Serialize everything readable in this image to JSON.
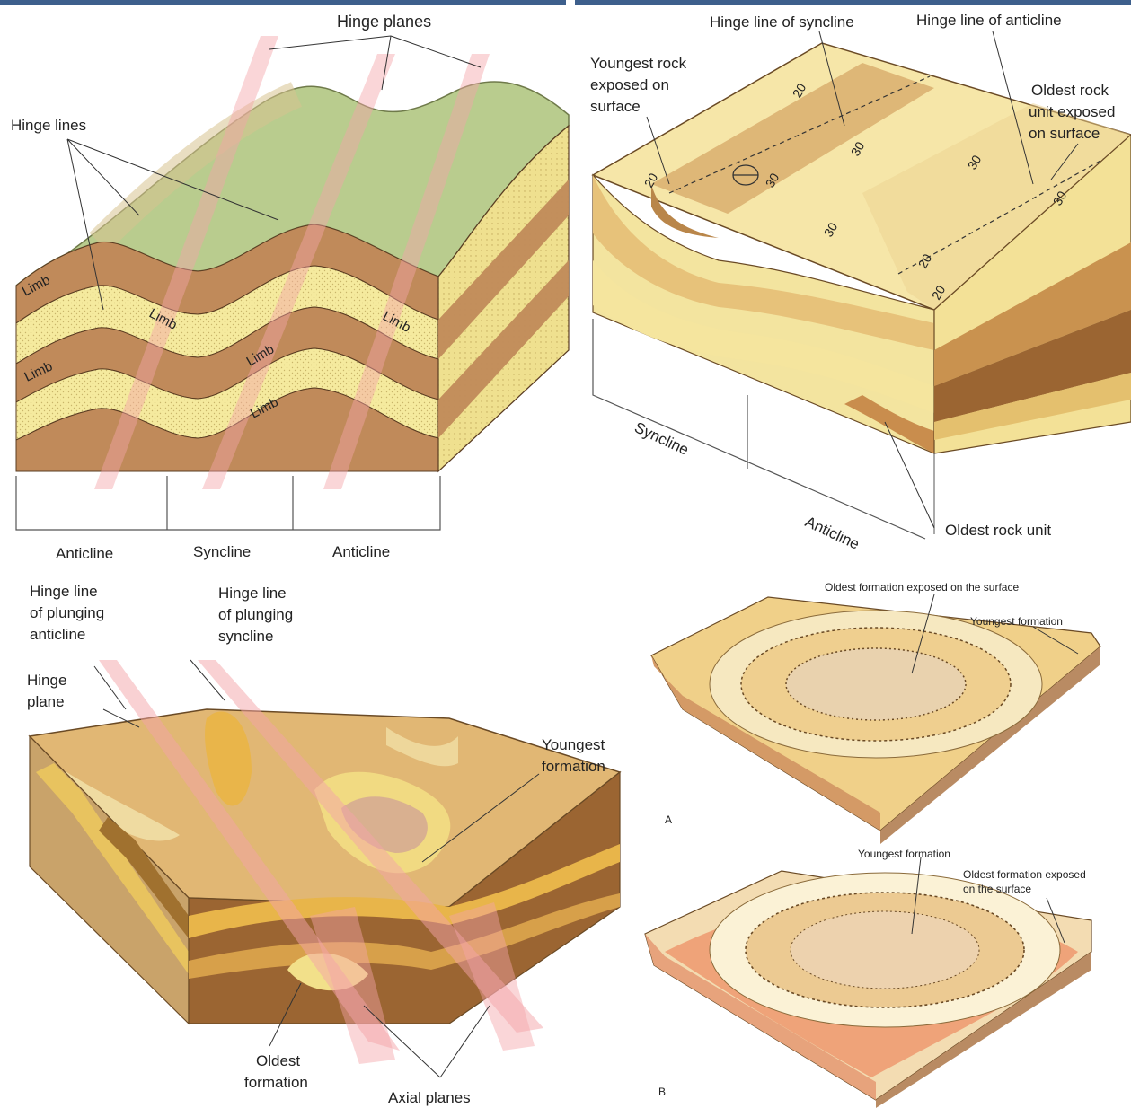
{
  "panels": {
    "folds": {
      "hinge_planes": "Hinge planes",
      "hinge_lines": "Hinge lines",
      "limb": "Limb",
      "fold_types": [
        "Anticline",
        "Syncline",
        "Anticline"
      ]
    },
    "map_block": {
      "hinge_line_syncline": "Hinge line of syncline",
      "hinge_line_anticline": "Hinge line of anticline",
      "youngest_rock": [
        "Youngest rock",
        "exposed on",
        "surface"
      ],
      "oldest_rock_exposed": [
        "Oldest rock",
        "unit exposed",
        "on surface"
      ],
      "syncline": "Syncline",
      "anticline": "Anticline",
      "oldest_rock_unit": "Oldest rock unit",
      "dip_values": [
        "20",
        "20",
        "30",
        "30",
        "30",
        "30",
        "20",
        "20",
        "30"
      ]
    },
    "plunging": {
      "hinge_line_plunging_anticline": [
        "Hinge line",
        "of plunging",
        "anticline"
      ],
      "hinge_line_plunging_syncline": [
        "Hinge line",
        "of plunging",
        "syncline"
      ],
      "hinge_plane": [
        "Hinge",
        "plane"
      ],
      "youngest_formation": [
        "Youngest",
        "formation"
      ],
      "oldest_formation": [
        "Oldest",
        "formation"
      ],
      "axial_planes": "Axial planes"
    },
    "dome": {
      "oldest_exposed": "Oldest formation exposed on the surface",
      "youngest": "Youngest formation",
      "letter": "A"
    },
    "basin": {
      "youngest": "Youngest formation",
      "oldest_exposed": [
        "Oldest formation exposed",
        "on the surface"
      ],
      "letter": "B"
    }
  },
  "colors": {
    "green_surface": "#b9cc8e",
    "brown_layer": "#c08a5a",
    "yellow_layer": "#f3e7a0",
    "tan": "#e1b774",
    "dark_brown": "#8a5a2b",
    "hinge_pink": "#f4a3a8",
    "header_bar": "#3d5f8c"
  }
}
